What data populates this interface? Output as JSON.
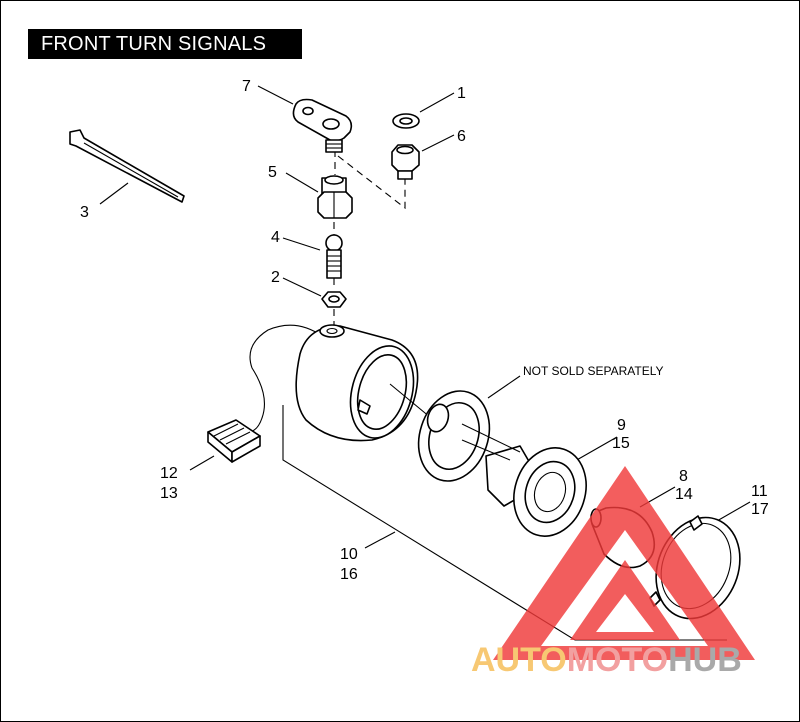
{
  "title": "FRONT TURN SIGNALS",
  "note": "NOT SOLD SEPARATELY",
  "callouts": {
    "c1": "1",
    "c2": "2",
    "c3": "3",
    "c4": "4",
    "c5": "5",
    "c6": "6",
    "c7": "7",
    "c9a": "9",
    "c9b": "15",
    "c8a": "8",
    "c8b": "14",
    "c11a": "11",
    "c11b": "17",
    "c12a": "12",
    "c12b": "13",
    "c10a": "10",
    "c10b": "16"
  },
  "watermark": {
    "part1": "AUTO",
    "part2": "MOTO",
    "part3": "HUB",
    "color_auto": "#f7c873",
    "color_moto": "#f2a0a0",
    "color_hub": "#a9a9a9",
    "color_triangle": "#f03a3a"
  }
}
